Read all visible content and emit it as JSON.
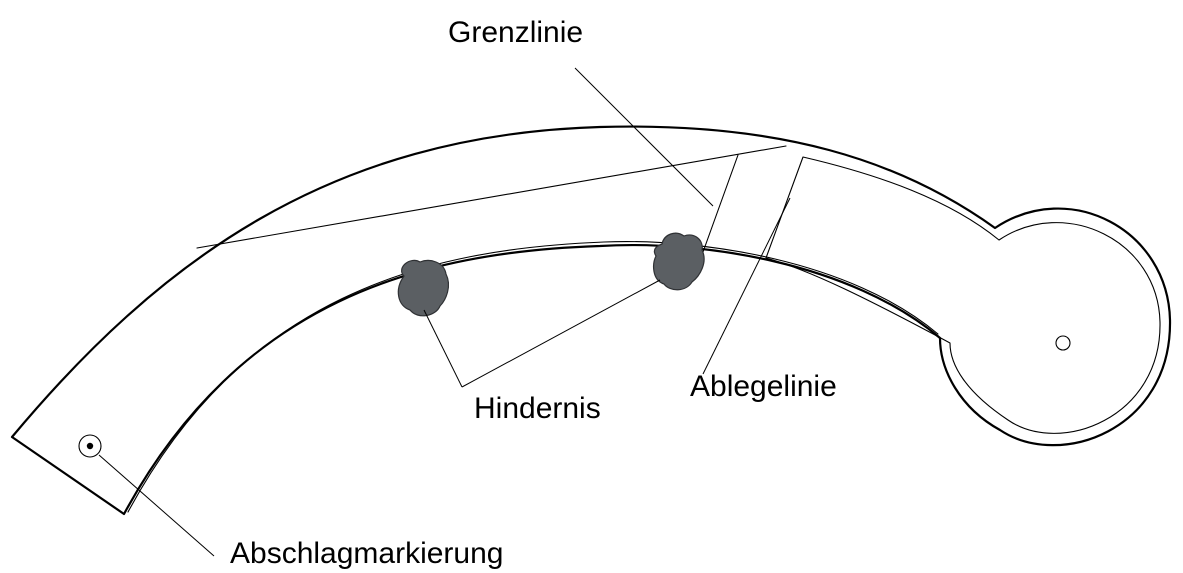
{
  "labels": {
    "grenzlinie": "Grenzlinie",
    "hindernis": "Hindernis",
    "ablegelinie": "Ablegelinie",
    "abschlagmarkierung": "Abschlagmarkierung"
  },
  "colors": {
    "line": "#000000",
    "obstacle_fill": "#5b5f63",
    "background": "#ffffff"
  }
}
